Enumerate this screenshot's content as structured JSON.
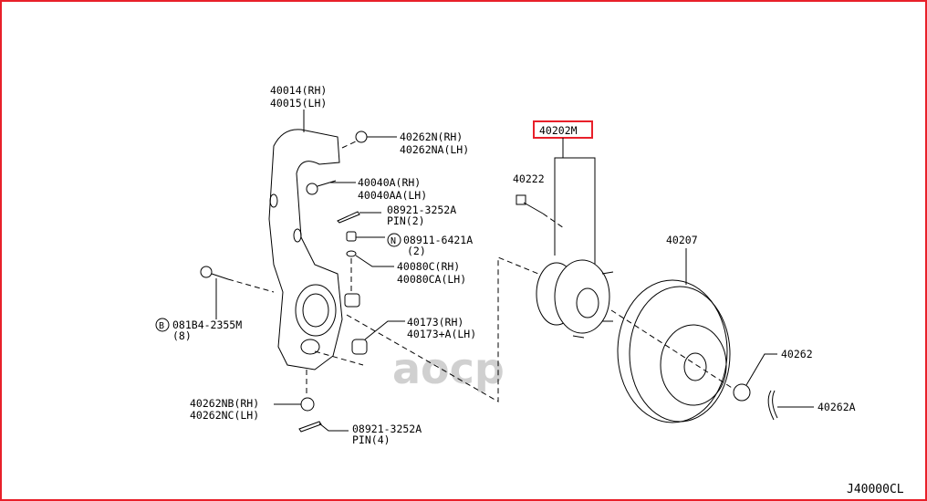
{
  "watermark": "aocp",
  "diagram_code": "J40000CL",
  "highlight_color": "#e8202a",
  "labels": {
    "knuckle_rh": "40014(RH)",
    "knuckle_lh": "40015(LH)",
    "nut_n_rh": "40262N(RH)",
    "nut_n_lh": "40262NA(LH)",
    "bolt_a_rh": "40040A(RH)",
    "bolt_a_lh": "40040AA(LH)",
    "pin_top": "08921-3252A",
    "pin_top_qty": "PIN(2)",
    "nut_std": "08911-6421A",
    "nut_std_qty": "(2)",
    "nut_std_mark": "N",
    "washer_rh": "40080C(RH)",
    "washer_lh": "40080CA(LH)",
    "bolt_b": "081B4-2355M",
    "bolt_b_qty": "(8)",
    "bolt_b_mark": "B",
    "bush_rh": "40173(RH)",
    "bush_lh": "40173+A(LH)",
    "nut_nb_rh": "40262NB(RH)",
    "nut_nc_lh": "40262NC(LH)",
    "pin_bottom": "08921-3252A",
    "pin_bottom_qty": "PIN(4)",
    "hub_assy": "40202M",
    "hub_bolt": "40222",
    "rotor": "40207",
    "hub_nut": "40262",
    "cotter_pin": "40262A"
  }
}
